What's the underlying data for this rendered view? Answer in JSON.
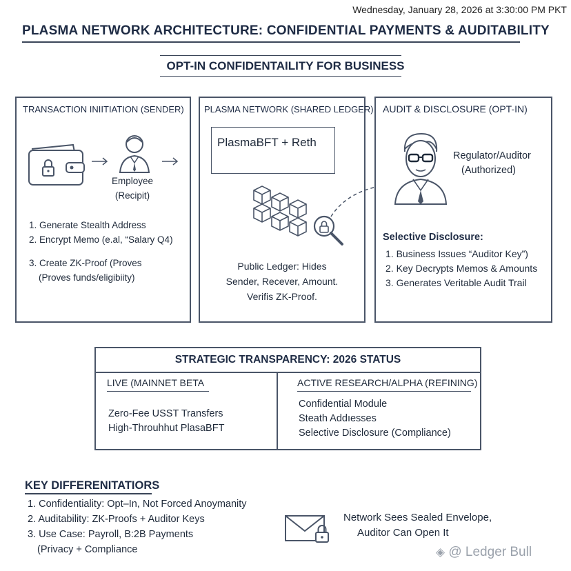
{
  "timestamp": "Wednesday, January 28, 2026 at 3:30:00 PM PKT",
  "title": "PLASMA NETWORK ARCHITECTURE: CONFIDENTIAL PAYMENTS & AUDITABILITY",
  "section_title": "OPT-IN CONFIDENTAILITY FOR BUSINESS",
  "sender_panel": {
    "title": "TRANSACTION INIITIATION (SENDER)",
    "employee_label": "Employee",
    "employee_sub": "(Recipit)",
    "steps": [
      "1. Generate Stealth Address",
      "2. Encrypt Memo (e.al, “Salary Q4)",
      "3. Create ZK-Proof (Proves",
      "(Proves funds/eligibiity)"
    ]
  },
  "network_panel": {
    "title": "PLASMA NETWORK (SHARED LEDGER)",
    "engine_label": "PlasmaBFT + Reth",
    "ledger_lines": [
      "Public Ledger: Hides",
      "Sender, Recever, Amount.",
      "Verifis ZK-Proof."
    ]
  },
  "audit_panel": {
    "title": "AUDIT & DISCLOSURE (OPT-IN)",
    "auditor_label": "Regulator/Auditor",
    "auditor_sub": "(Authorized)",
    "disclosure_title": "Selective Disclosure:",
    "steps": [
      "1. Business Issues “Auditor Key”)",
      "2. Key Decrypts Memos & Amounts",
      "3. Generates Veritable Audit Trail"
    ]
  },
  "status": {
    "title": "STRATEGIC TRANSPARENCY: 2026 STATUS",
    "live": {
      "title": "LIVE (MAINNET BETA",
      "items": [
        "Zero-Fee USST Transfers",
        "High-Throuhhut PlasaBFT"
      ]
    },
    "research": {
      "title": "ACTIVE RESEARCH/ALPHA (REFINING)",
      "items": [
        "Confidential Module",
        "Steath Addıesses",
        "Selective Disclosure (Compliance)"
      ]
    }
  },
  "differentiators": {
    "title": "KEY DIFFERENITATIORS",
    "items": [
      "1. Confidentiality: Opt–In, Not Forced Anoymanity",
      "2. Auditability: ZK-Proofs + Auditor Keys",
      "3. Use Case: Payroll, B:2B Payments",
      "(Privacy + Compliance"
    ]
  },
  "envelope_note": [
    "Network Sees Sealed Envelope,",
    "Auditor Can Open It"
  ],
  "watermark": "@ Ledger Bull"
}
